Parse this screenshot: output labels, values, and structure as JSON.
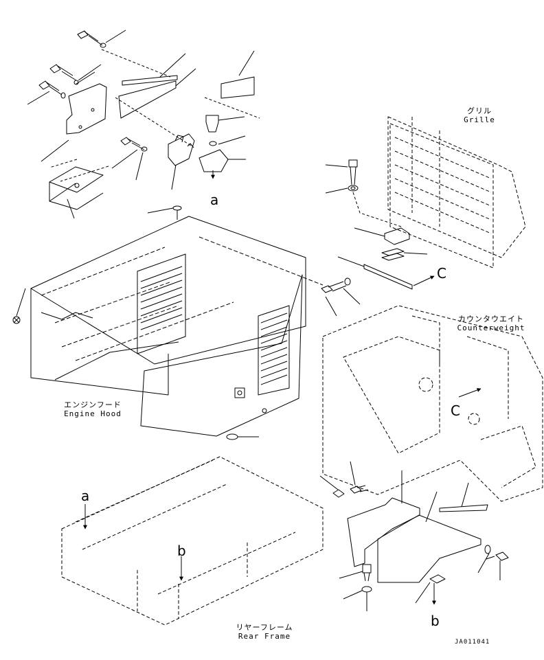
{
  "labels": {
    "grille_jp": "グリル",
    "grille_en": "Grille",
    "counterweight_jp": "カウンタウエイト",
    "counterweight_en": "Counterweight",
    "engine_hood_jp": "エンジンフード",
    "engine_hood_en": "Engine Hood",
    "rear_frame_jp": "リヤーフレーム",
    "rear_frame_en": "Rear Frame"
  },
  "callouts": {
    "a_top": "a",
    "a_bottom": "a",
    "b_left": "b",
    "b_right": "b",
    "c_top": "C",
    "c_right": "C"
  },
  "drawing_code": "JA011041"
}
